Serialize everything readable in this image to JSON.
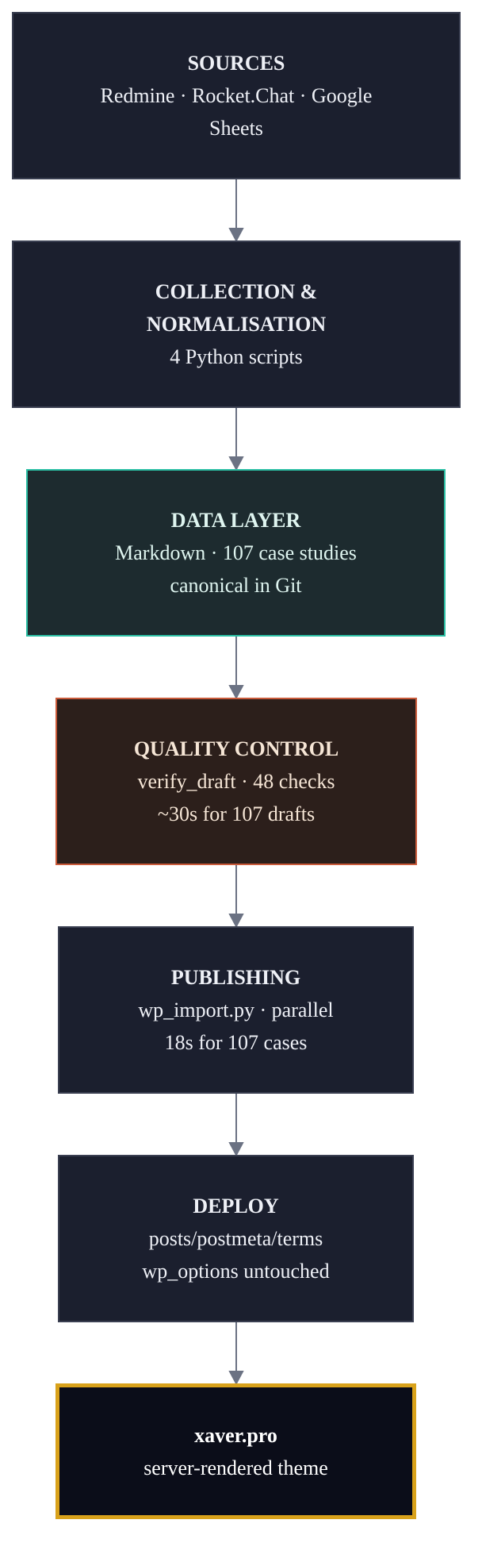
{
  "nodes": [
    {
      "title": "SOURCES",
      "lines": [
        "Redmine · Rocket.Chat · Google Sheets"
      ]
    },
    {
      "title": "COLLECTION & NORMALISATION",
      "lines": [
        "4 Python scripts"
      ]
    },
    {
      "title": "DATA LAYER",
      "lines": [
        "Markdown · 107 case studies",
        "canonical in Git"
      ]
    },
    {
      "title": "QUALITY CONTROL",
      "lines": [
        "verify_draft · 48 checks",
        "~30s for 107 drafts"
      ]
    },
    {
      "title": "PUBLISHING",
      "lines": [
        "wp_import.py · parallel",
        "18s for 107 cases"
      ]
    },
    {
      "title": "DEPLOY",
      "lines": [
        "posts/postmeta/terms",
        "wp_options untouched"
      ]
    },
    {
      "title": "xaver.pro",
      "lines": [
        "server-rendered theme"
      ]
    }
  ],
  "colors": {
    "edge": "#6b7283",
    "node_fill": "#1b1f2e",
    "data_border": "#2bbfa4",
    "quality_border": "#c95a3a",
    "final_border": "#d9a21b"
  }
}
